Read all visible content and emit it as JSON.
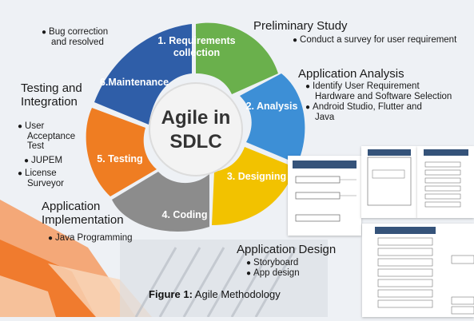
{
  "diagram": {
    "center_line1": "Agile in",
    "center_line2": "SDLC",
    "segments": [
      {
        "line1": "1. Requirements",
        "line2": "collection",
        "color": "#6ab04c"
      },
      {
        "line1": "2. Analysis",
        "line2": "",
        "color": "#3d8fd6"
      },
      {
        "line1": "3. Designing",
        "line2": "",
        "color": "#f2c200"
      },
      {
        "line1": "4. Coding",
        "line2": "",
        "color": "#8c8c8c"
      },
      {
        "line1": "5. Testing",
        "line2": "",
        "color": "#ef7d22"
      },
      {
        "line1": "6.Maintenance",
        "line2": "",
        "color": "#2f5ea8"
      }
    ],
    "annotations": {
      "preliminary": {
        "title": "Preliminary Study",
        "bullets": [
          "Conduct a survey for user requirement"
        ]
      },
      "analysis": {
        "title": "Application Analysis",
        "bullets": [
          "Identify User Requirement",
          "Hardware and Software Selection",
          "Android Studio, Flutter and",
          "Java"
        ]
      },
      "design": {
        "title": "Application Design",
        "bullets": [
          "Storyboard",
          "App design"
        ]
      },
      "implementation": {
        "title_line1": "Application",
        "title_line2": "Implementation",
        "bullets": [
          "Java Programming"
        ]
      },
      "testing": {
        "title_line1": "Testing and",
        "title_line2": "Integration",
        "bullets": [
          "User",
          "Acceptance",
          "Test",
          "JUPEM",
          "License",
          "Surveyor"
        ]
      },
      "maintenance": {
        "bullets": [
          "Bug correction",
          "and resolved"
        ]
      }
    },
    "figure_caption_bold": "Figure 1:",
    "figure_caption_text": " Agile Methodology"
  }
}
